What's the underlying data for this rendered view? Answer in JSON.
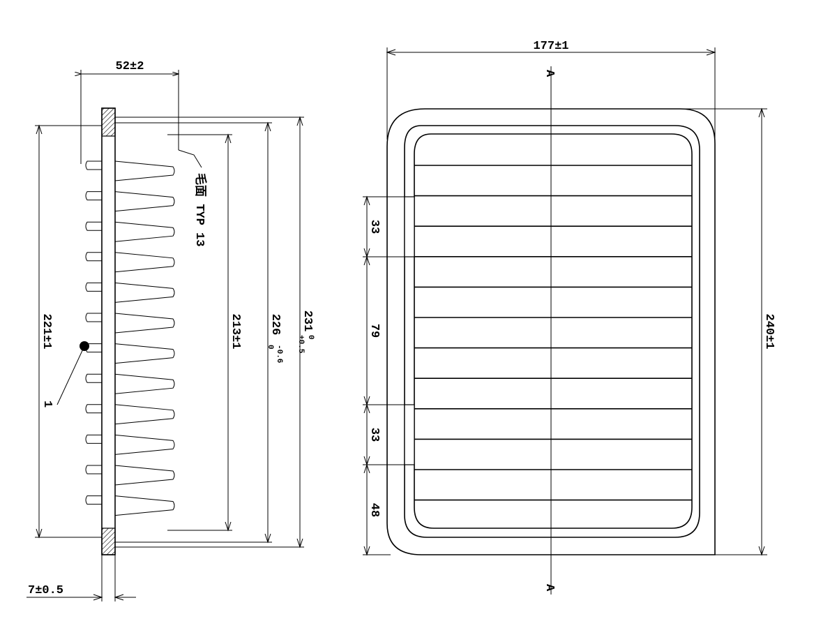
{
  "side_view": {
    "dim_pleat_depth": "52±2",
    "dim_221": "221±1",
    "dim_213": "213±1",
    "dim_226_main": "226",
    "dim_226_tol_upper": "0",
    "dim_226_tol_lower": "-0.6",
    "dim_231_main": "231",
    "dim_231_tol_upper": "+0.5",
    "dim_231_tol_lower": "0",
    "dim_thickness": "7±0.5",
    "note_surface": "毛面 TYP 13",
    "balloon_label": "1"
  },
  "top_view": {
    "dim_width": "177±1",
    "dim_height": "240±1",
    "dim_seg1": "33",
    "dim_seg2": "79",
    "dim_seg3": "33",
    "dim_seg4": "48",
    "section_mark_top": "A",
    "section_mark_bottom": "A"
  }
}
